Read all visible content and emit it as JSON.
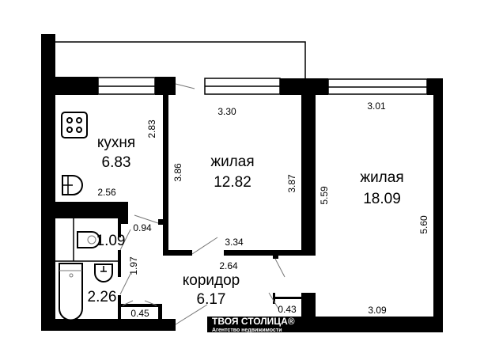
{
  "rooms": {
    "kitchen": {
      "name": "кухня",
      "area": "6.83"
    },
    "living1": {
      "name": "жилая",
      "area": "12.82"
    },
    "living2": {
      "name": "жилая",
      "area": "18.09"
    },
    "corridor": {
      "name": "коридор",
      "area": "6.17"
    },
    "toilet": {
      "area": "1.09"
    },
    "bathroom": {
      "area": "2.26"
    }
  },
  "dimensions": {
    "d330": "3.30",
    "d301": "3.01",
    "d283": "2.83",
    "d386": "3.86",
    "d387": "3.87",
    "d559": "5.59",
    "d560": "5.60",
    "d256": "2.56",
    "d094": "0.94",
    "d334": "3.34",
    "d264": "2.64",
    "d197": "1.97",
    "d045": "0.45",
    "d043": "0.43",
    "d309": "3.09"
  },
  "watermark": {
    "brand": "ТВОЯ СТОЛИЦА®",
    "subtitle": "Агентство недвижимости"
  },
  "colors": {
    "wall": "#000000",
    "background": "#ffffff"
  }
}
